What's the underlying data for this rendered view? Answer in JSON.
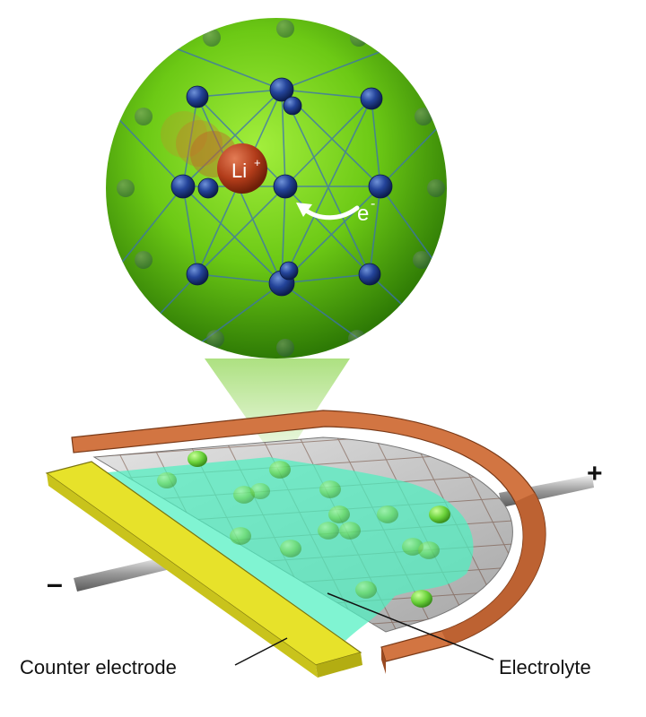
{
  "labels": {
    "ion": "Li",
    "ion_charge": "+",
    "electron": "e",
    "electron_charge": "-",
    "plus_terminal": "+",
    "minus_terminal": "–",
    "counter_electrode": "Counter electrode",
    "electrolyte": "Electrolyte"
  },
  "colors": {
    "sphere_green": "#6fcf17",
    "sphere_dark": "#2f7f06",
    "lattice_line": "#3c73b8",
    "atom_blue": "#1f3f8f",
    "lithium_red": "#b8401e",
    "electrolyte": "#5ff0c0",
    "bead_green": "#7ee04a",
    "copper": "#d2703f",
    "gold": "#e6e02a",
    "wire": "#c8c8c8"
  },
  "icons": {
    "electron_arrow": "curved-arrow-icon"
  }
}
